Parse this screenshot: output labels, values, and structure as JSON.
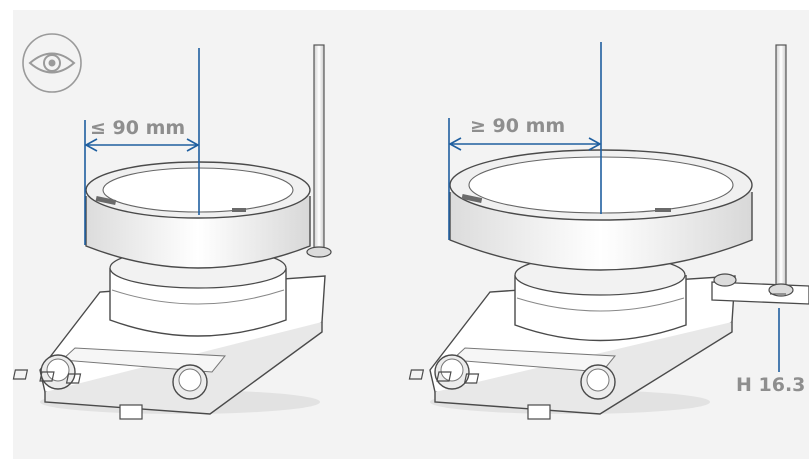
{
  "left_panel": {
    "dimension_label": "≤ 90 mm"
  },
  "right_panel": {
    "dimension_label": "≥ 90 mm",
    "part_label": "H 16.3"
  },
  "icons": {
    "view": "eye-icon"
  },
  "colors": {
    "background": "#f3f3f3",
    "dimension_line": "#1f5fa0",
    "label_text": "#8e8e8e",
    "outline": "#4a4a4a"
  }
}
